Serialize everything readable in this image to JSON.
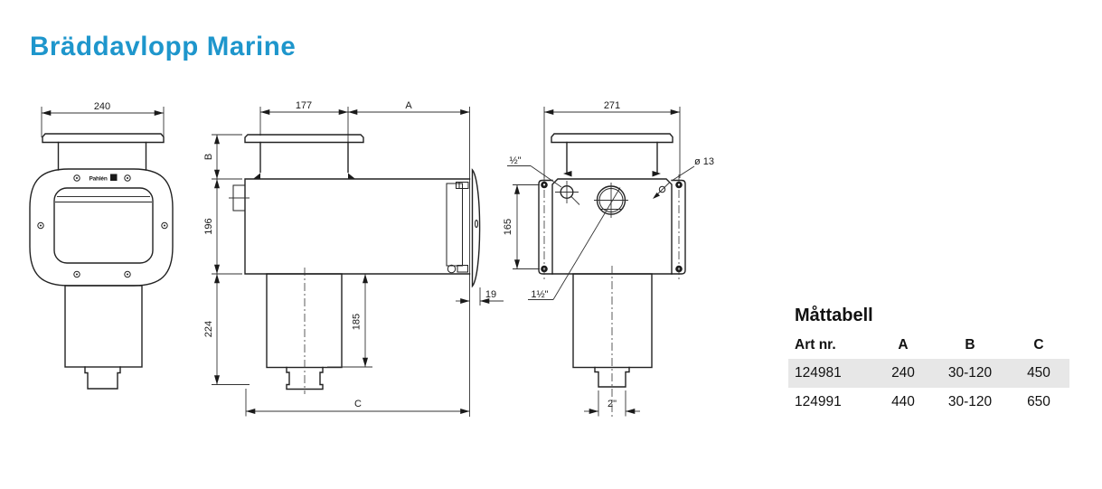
{
  "title": "Bräddavlopp Marine",
  "accent_color": "#1e96cc",
  "drawing": {
    "logo": "Pahlén",
    "front": {
      "width": "240"
    },
    "side": {
      "neck_width": "177",
      "a": "A",
      "b": "B",
      "height": "196",
      "lower_height": "224",
      "pipe_length": "185",
      "c": "C",
      "plate_depth": "19"
    },
    "rear": {
      "width": "271",
      "hole_spacing": "165",
      "small_connection": "½\"",
      "hole_diameter": "ø 13",
      "large_connection": "1½\"",
      "pipe_size": "2\""
    }
  },
  "table": {
    "title": "Måttabell",
    "columns": [
      "Art nr.",
      "A",
      "B",
      "C"
    ],
    "rows": [
      [
        "124981",
        "240",
        "30-120",
        "450"
      ],
      [
        "124991",
        "440",
        "30-120",
        "650"
      ]
    ],
    "highlight_color": "#e7e7e7"
  }
}
